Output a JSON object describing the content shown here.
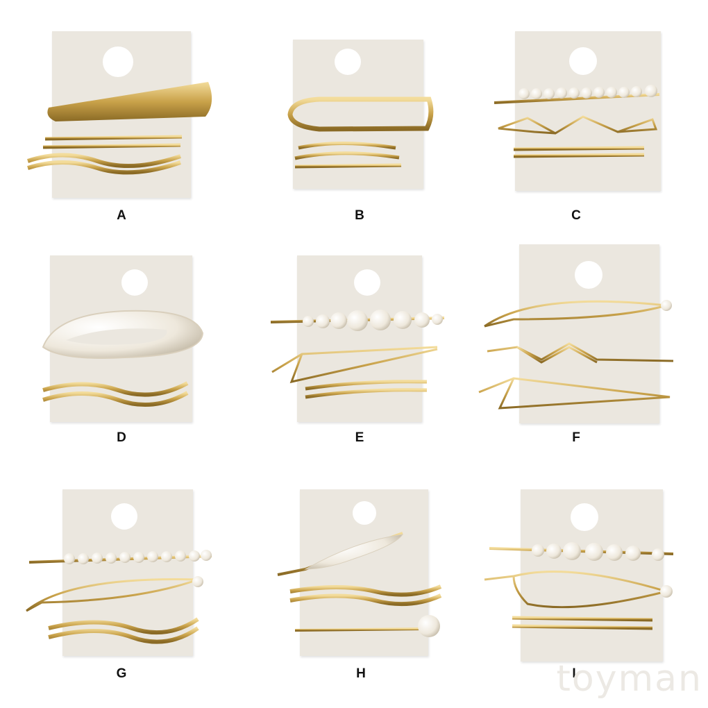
{
  "items": [
    {
      "label": "A"
    },
    {
      "label": "B"
    },
    {
      "label": "C"
    },
    {
      "label": "D"
    },
    {
      "label": "E"
    },
    {
      "label": "F"
    },
    {
      "label": "G"
    },
    {
      "label": "H"
    },
    {
      "label": "I"
    }
  ],
  "watermark": "toyman",
  "colors": {
    "card": "#ebe7df",
    "gold": "#c9a24a",
    "pearl": "#f4f1ea"
  }
}
